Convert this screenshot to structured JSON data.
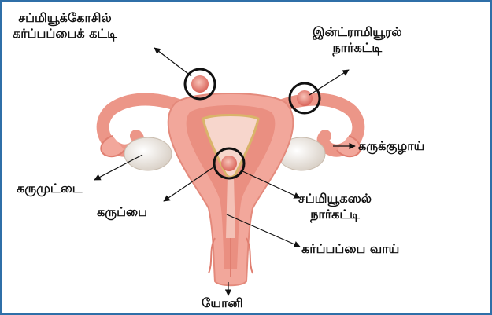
{
  "colors": {
    "border": "#2f6fa8",
    "uterus_outer": "#f2a79b",
    "uterus_mid": "#e98476",
    "cavity": "#f6d4c9",
    "lining": "#d9b46a",
    "ovary": "#ece3da",
    "fibroid_circle": "#111111",
    "arrow": "#111111"
  },
  "labels": {
    "subserous": {
      "line1": "சப்மியூக்கோசில்",
      "line2": "கர்ப்பப்பைக் கட்டி"
    },
    "intramural": {
      "line1": "இன்ட்ராமியூரல்",
      "line2": "நார்கட்டி"
    },
    "fallopian_tube": "கருக்குழாய்",
    "ovary": "கருமுட்டை",
    "uterus": "கருப்பை",
    "submucosal": {
      "line1": "சப்மியூகஸல்",
      "line2": "நார்கட்டி"
    },
    "cervix": "கர்ப்பப்பை வாய்",
    "vagina": "யோனி"
  }
}
